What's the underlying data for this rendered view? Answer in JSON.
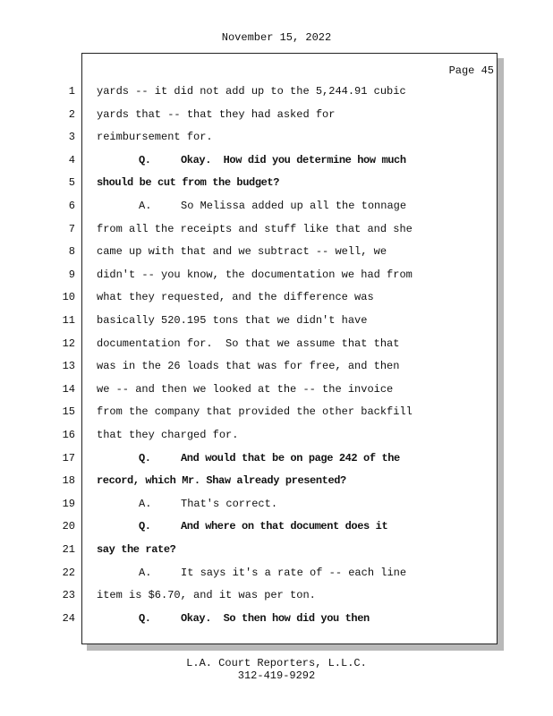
{
  "header": {
    "date": "November 15, 2022"
  },
  "page_label": "Page 45",
  "lines": [
    {
      "n": "1",
      "text": "yards -- it did not add up to the 5,244.91 cubic"
    },
    {
      "n": "2",
      "text": "yards that -- that they had asked for"
    },
    {
      "n": "3",
      "text": "reimbursement for."
    },
    {
      "n": "4",
      "label": "Q.",
      "text": "Okay.  How did you determine how much",
      "bold": true
    },
    {
      "n": "5",
      "text": "should be cut from the budget?",
      "bold": true
    },
    {
      "n": "6",
      "label": "A.",
      "text": "So Melissa added up all the tonnage"
    },
    {
      "n": "7",
      "text": "from all the receipts and stuff like that and she"
    },
    {
      "n": "8",
      "text": "came up with that and we subtract -- well, we"
    },
    {
      "n": "9",
      "text": "didn't -- you know, the documentation we had from"
    },
    {
      "n": "10",
      "text": "what they requested, and the difference was"
    },
    {
      "n": "11",
      "text": "basically 520.195 tons that we didn't have"
    },
    {
      "n": "12",
      "text": "documentation for.  So that we assume that that"
    },
    {
      "n": "13",
      "text": "was in the 26 loads that was for free, and then"
    },
    {
      "n": "14",
      "text": "we -- and then we looked at the -- the invoice"
    },
    {
      "n": "15",
      "text": "from the company that provided the other backfill"
    },
    {
      "n": "16",
      "text": "that they charged for."
    },
    {
      "n": "17",
      "label": "Q.",
      "text": "And would that be on page 242 of the",
      "bold": true
    },
    {
      "n": "18",
      "text": "record, which Mr. Shaw already presented?",
      "bold": true
    },
    {
      "n": "19",
      "label": "A.",
      "text": "That's correct."
    },
    {
      "n": "20",
      "label": "Q.",
      "text": "And where on that document does it",
      "bold": true
    },
    {
      "n": "21",
      "text": "say the rate?",
      "bold": true
    },
    {
      "n": "22",
      "label": "A.",
      "text": "It says it's a rate of -- each line"
    },
    {
      "n": "23",
      "text": "item is $6.70, and it was per ton."
    },
    {
      "n": "24",
      "label": "Q.",
      "text": "Okay.  So then how did you then",
      "bold": true
    }
  ],
  "footer": {
    "company": "L.A. Court Reporters, L.L.C.",
    "phone": "312-419-9292"
  }
}
